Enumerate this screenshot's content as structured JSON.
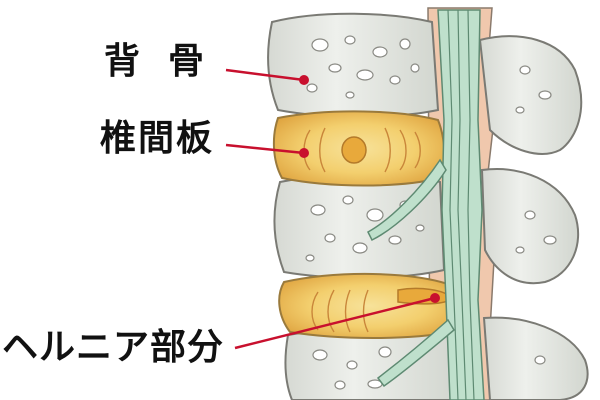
{
  "labels": {
    "vertebra": "背骨",
    "disc": "椎間板",
    "hernia": "ヘルニア部分"
  },
  "colors": {
    "bone_fill": "#e6e8e3",
    "bone_outline": "#7a7a74",
    "disc_fill": "#f3cf6e",
    "disc_center": "#e8a93b",
    "nerve_fill": "#bfe0cc",
    "canal_fill": "#f0c8ad",
    "pointer_line": "#c8102e"
  }
}
